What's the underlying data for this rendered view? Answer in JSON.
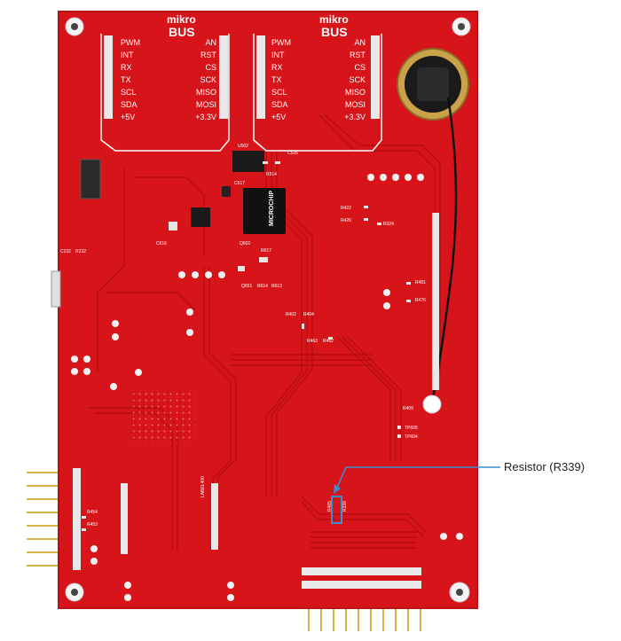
{
  "callout": {
    "label": "Resistor (R339)",
    "component": "R339"
  },
  "mikrobus_left": {
    "logo": "mikro",
    "logo_sub": "BUS",
    "left_pins": [
      "PWM",
      "INT",
      "RX",
      "TX",
      "SCL",
      "SDA",
      "+5V"
    ],
    "right_pins": [
      "AN",
      "RST",
      "CS",
      "SCK",
      "MISO",
      "MOSI",
      "+3.3V"
    ]
  },
  "mikrobus_right": {
    "logo": "mikro",
    "logo_sub": "BUS",
    "left_pins": [
      "PWM",
      "INT",
      "RX",
      "TX",
      "SCL",
      "SDA",
      "+5V"
    ],
    "right_pins": [
      "AN",
      "RST",
      "CS",
      "SCK",
      "MISO",
      "MOSI",
      "+3.3V"
    ]
  },
  "chip_logo": "MICROCHIP",
  "designators": {
    "u502": "U502",
    "c526": "C526",
    "r514": "R514",
    "c517": "C517",
    "r422": "R422",
    "r426": "R426",
    "r324": "R324",
    "c232": "C232",
    "r232": "R232",
    "q602": "Q602",
    "r617": "R617",
    "q601": "Q601",
    "r614": "R614",
    "r613": "R613",
    "r481": "R481",
    "r476": "R476",
    "r402": "R402",
    "r404": "R404",
    "r463": "R463",
    "r462": "R462",
    "tp605": "TP605",
    "tp604": "TP604",
    "r454": "R454",
    "r453": "R453",
    "c616": "C616",
    "label400": "LABEL400",
    "r465": "R465",
    "r409": "R409"
  },
  "colors": {
    "board": "#d7141a",
    "board_edge": "#c00f15",
    "trace": "#b30d12",
    "pad": "#e8e8e8",
    "gold": "#c9a24a",
    "callout_line": "#3a8fd0",
    "highlight_box": "#3a8fd0"
  }
}
